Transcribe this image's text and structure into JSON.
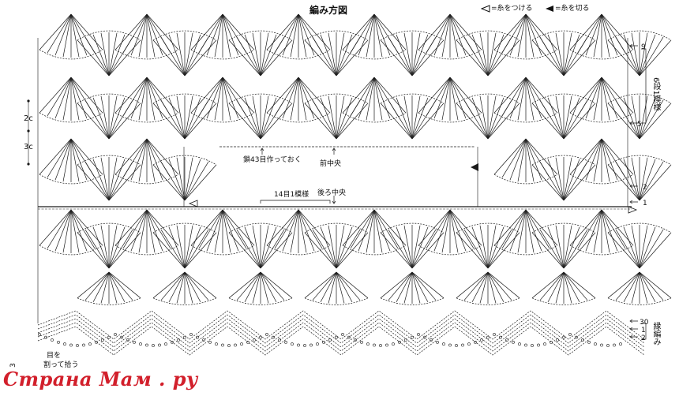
{
  "diagram": {
    "title": "編み方図",
    "legend": {
      "attach": "=糸をつける",
      "cut": "=糸を切る"
    },
    "annotations": {
      "chain_foundation": "鎖43目作っておく",
      "front_center": "前中央",
      "repeat": "14目1模様",
      "back_center": "後ろ中央",
      "split_stitch_line1": "目を",
      "split_stitch_line2": "割って拾う",
      "left_dim_2c": "2c",
      "left_dim_3c": "3c",
      "right_repeat": "6段1模様",
      "edging": "縁編み",
      "page_number": "3"
    },
    "row_numbers": {
      "r9": "9",
      "r5": "5",
      "r2": "2",
      "r1": "1",
      "e30": "30",
      "e1": "1",
      "e2": "2"
    },
    "watermark": "Страна Мам . ру"
  }
}
